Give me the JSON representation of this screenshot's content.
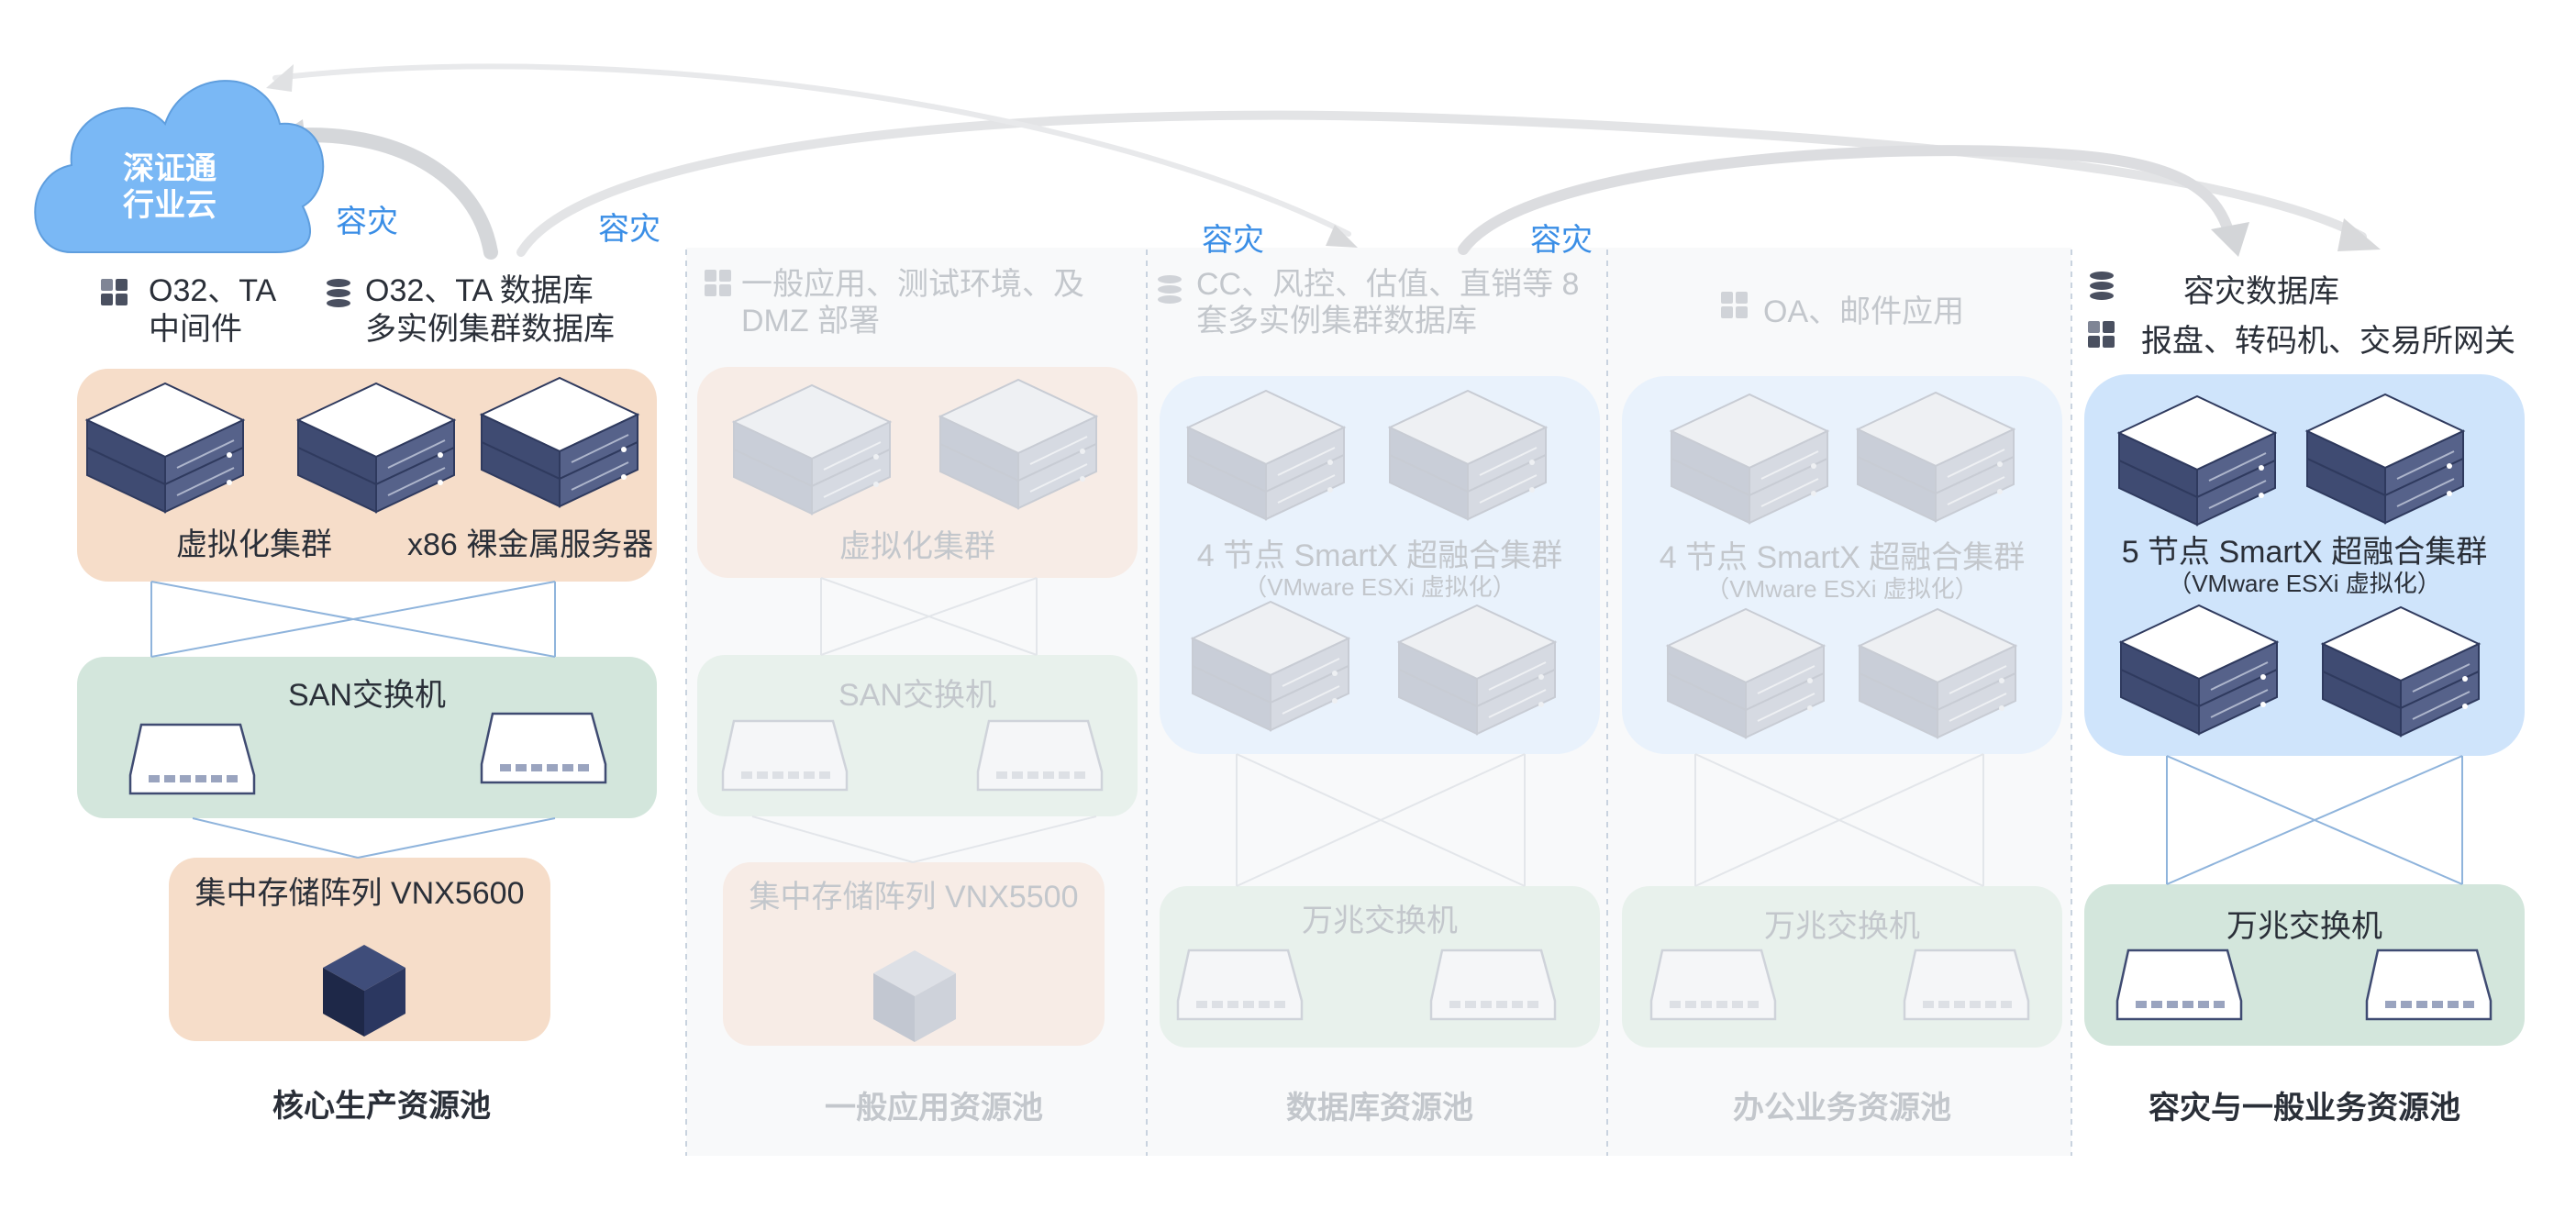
{
  "cloud": {
    "line1": "深证通",
    "line2": "行业云"
  },
  "dr_labels": [
    "容灾",
    "容灾",
    "容灾",
    "容灾"
  ],
  "pools": {
    "core": {
      "caption": "核心生产资源池",
      "app_left": {
        "line1": "O32、TA",
        "line2": "中间件"
      },
      "app_right": {
        "line1": "O32、TA 数据库",
        "line2": "多实例集群数据库"
      },
      "compute_left_label": "虚拟化集群",
      "compute_right_label": "x86 裸金属服务器",
      "switch_label": "SAN交换机",
      "storage_label": "集中存储阵列 VNX5600"
    },
    "general": {
      "caption": "一般应用资源池",
      "app": {
        "line1": "一般应用、测试环境、及",
        "line2": "DMZ 部署"
      },
      "compute_label": "虚拟化集群",
      "switch_label": "SAN交换机",
      "storage_label": "集中存储阵列 VNX5500"
    },
    "database": {
      "caption": "数据库资源池",
      "app": {
        "line1": "CC、风控、估值、直销等 8",
        "line2": "套多实例集群数据库"
      },
      "cluster_label": "4 节点 SmartX 超融合集群",
      "cluster_sub": "（VMware ESXi 虚拟化）",
      "switch_label": "万兆交换机"
    },
    "office": {
      "caption": "办公业务资源池",
      "app": "OA、邮件应用",
      "cluster_label": "4 节点 SmartX 超融合集群",
      "cluster_sub": "（VMware ESXi 虚拟化）",
      "switch_label": "万兆交换机"
    },
    "dr": {
      "caption": "容灾与一般业务资源池",
      "app_db": "容灾数据库",
      "app_grid": "报盘、转码机、交易所网关",
      "cluster_label": "5 节点 SmartX 超融合集群",
      "cluster_sub": "（VMware ESXi 虚拟化）",
      "switch_label": "万兆交换机"
    }
  },
  "colors": {
    "core_compute": "#f6ddc9",
    "core_switch": "#d3e6dc",
    "core_storage": "#f6ddc9",
    "smartx_active": "#cfe4fb",
    "switch_active": "#d3e6dc",
    "dim_compute": "#f7ece6",
    "dim_switch": "#e8f1ec",
    "dim_blue": "#e9f2fc",
    "server_dark": "#3f4b72",
    "server_light": "#c2c8d4",
    "cloud": "#7ab8f5",
    "accent": "#3a8ee6"
  }
}
